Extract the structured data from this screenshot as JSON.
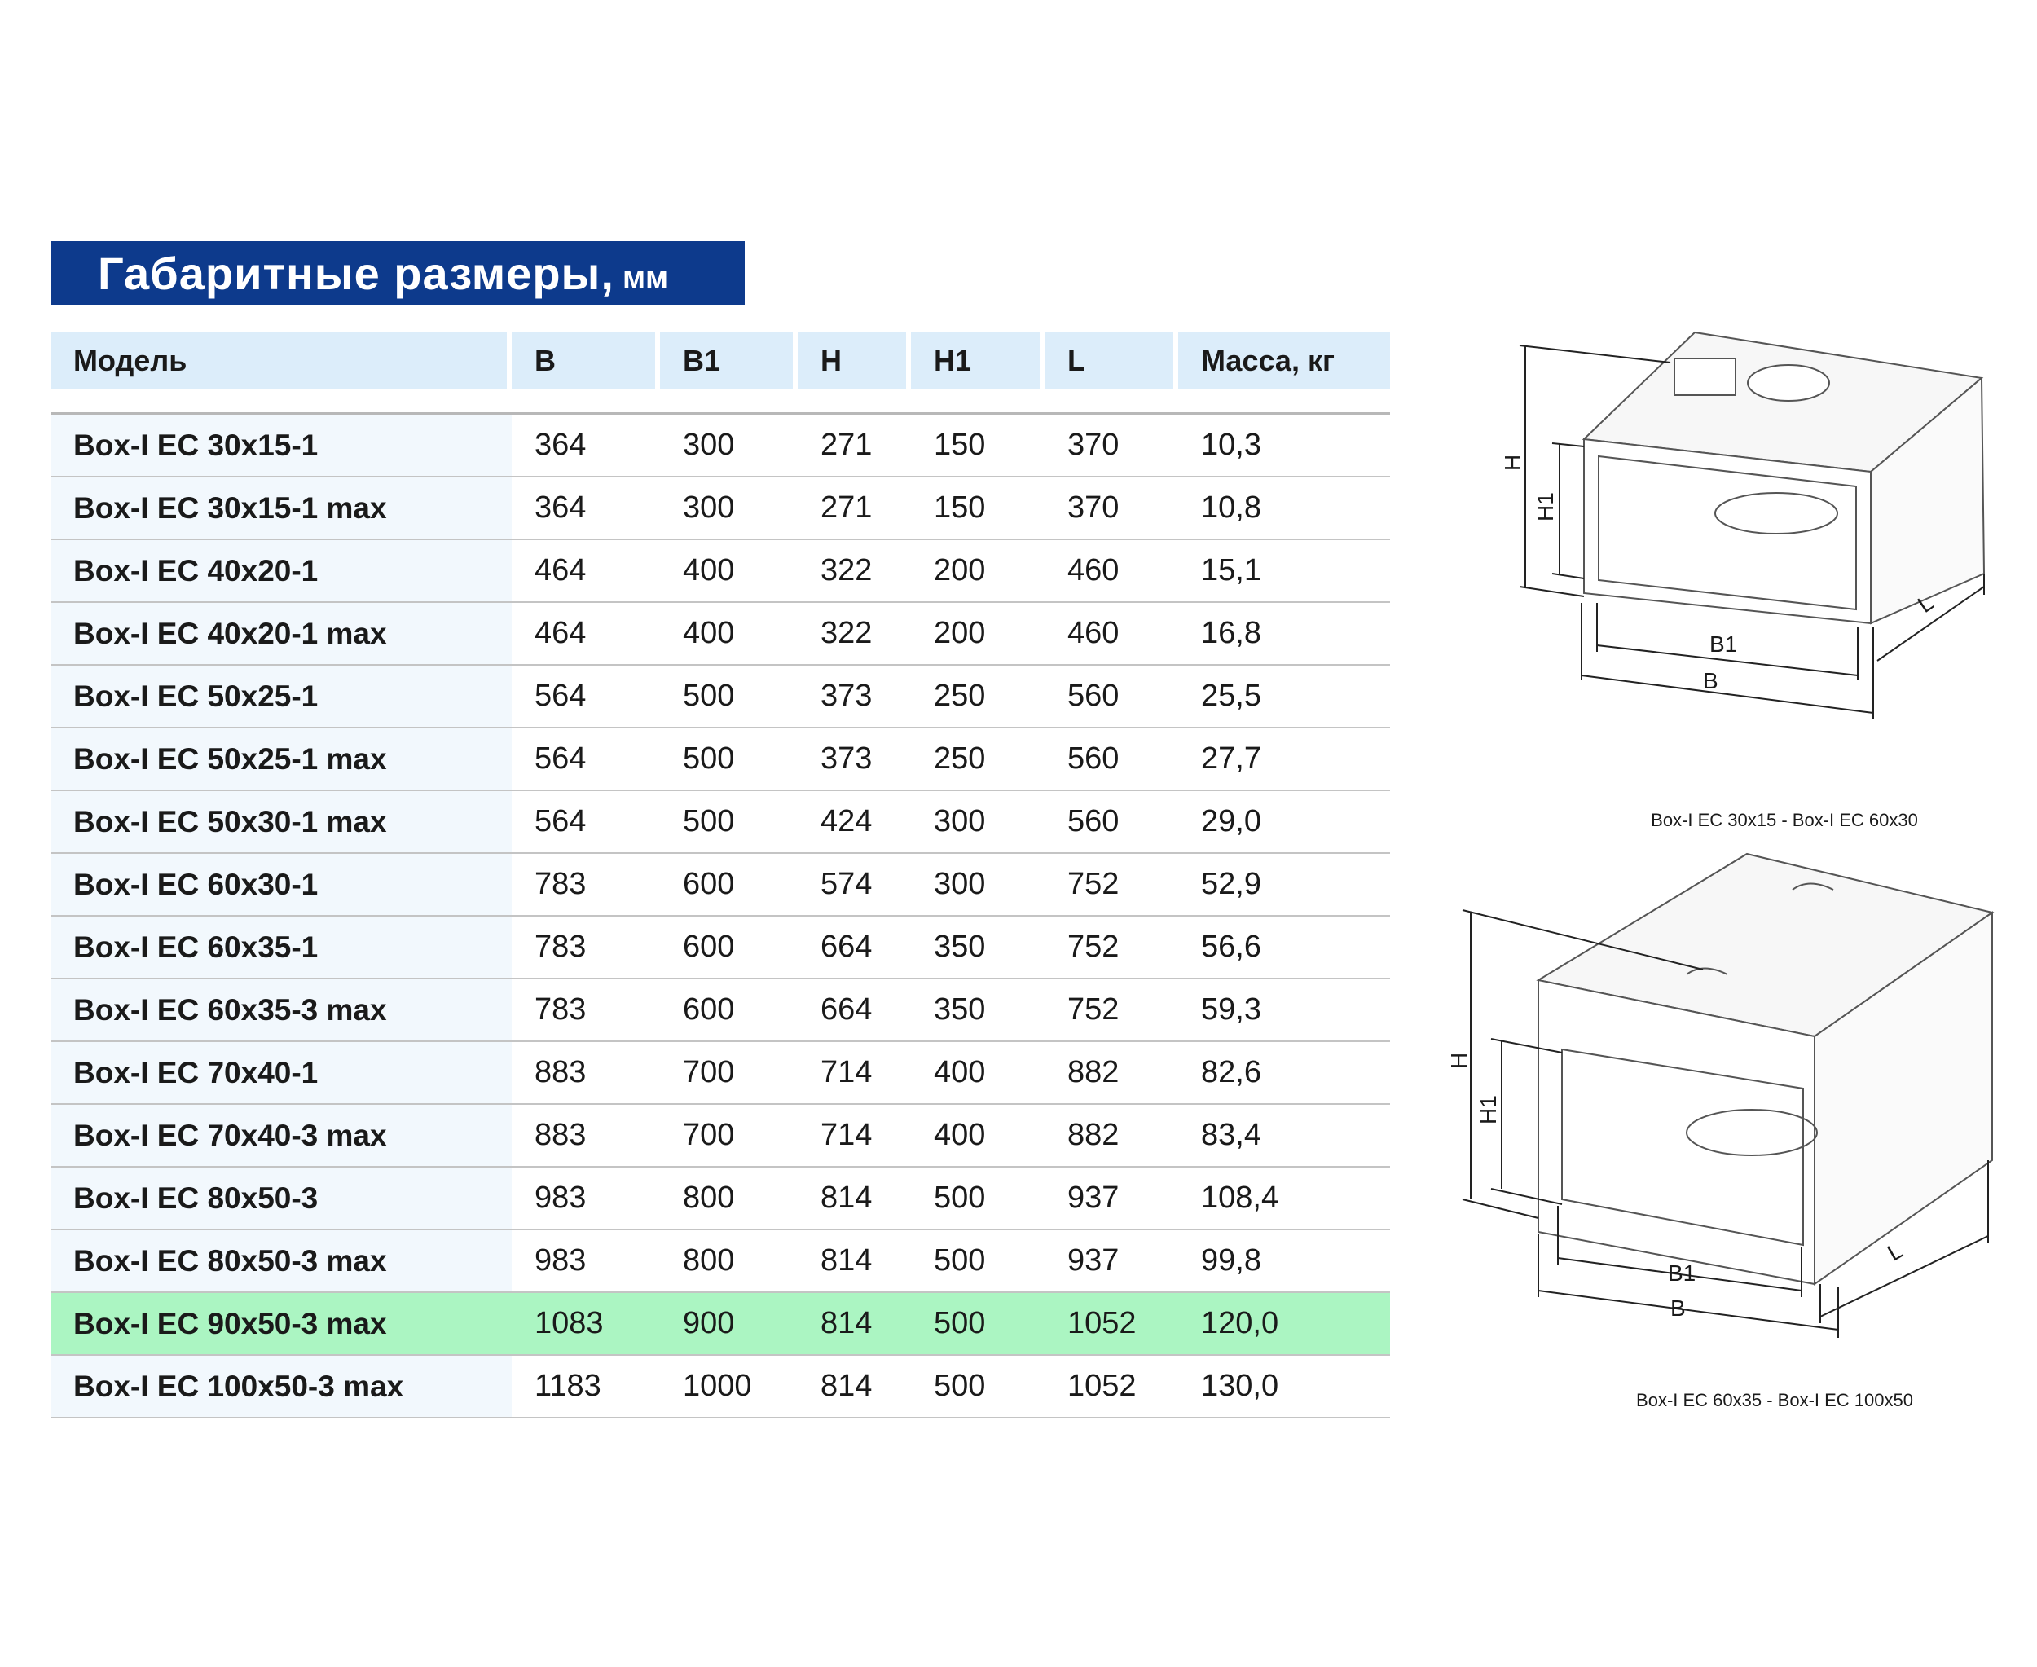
{
  "title": {
    "main": "Габаритные размеры,",
    "unit": "мм"
  },
  "table": {
    "headers": [
      "Модель",
      "B",
      "B1",
      "H",
      "H1",
      "L",
      "Масса, кг"
    ],
    "highlight_color": "#abf5c2",
    "rows": [
      [
        "Box-I EC 30x15-1",
        "364",
        "300",
        "271",
        "150",
        "370",
        "10,3"
      ],
      [
        "Box-I EC 30x15-1 max",
        "364",
        "300",
        "271",
        "150",
        "370",
        "10,8"
      ],
      [
        "Box-I EC 40x20-1",
        "464",
        "400",
        "322",
        "200",
        "460",
        "15,1"
      ],
      [
        "Box-I EC 40x20-1 max",
        "464",
        "400",
        "322",
        "200",
        "460",
        "16,8"
      ],
      [
        "Box-I EC 50x25-1",
        "564",
        "500",
        "373",
        "250",
        "560",
        "25,5"
      ],
      [
        "Box-I EC 50x25-1 max",
        "564",
        "500",
        "373",
        "250",
        "560",
        "27,7"
      ],
      [
        "Box-I EC 50x30-1 max",
        "564",
        "500",
        "424",
        "300",
        "560",
        "29,0"
      ],
      [
        "Box-I EC 60x30-1",
        "783",
        "600",
        "574",
        "300",
        "752",
        "52,9"
      ],
      [
        "Box-I EC 60x35-1",
        "783",
        "600",
        "664",
        "350",
        "752",
        "56,6"
      ],
      [
        "Box-I EC 60x35-3 max",
        "783",
        "600",
        "664",
        "350",
        "752",
        "59,3"
      ],
      [
        "Box-I EC 70x40-1",
        "883",
        "700",
        "714",
        "400",
        "882",
        "82,6"
      ],
      [
        "Box-I EC 70x40-3 max",
        "883",
        "700",
        "714",
        "400",
        "882",
        "83,4"
      ],
      [
        "Box-I EC 80x50-3",
        "983",
        "800",
        "814",
        "500",
        "937",
        "108,4"
      ],
      [
        "Box-I EC 80x50-3 max",
        "983",
        "800",
        "814",
        "500",
        "937",
        "99,8"
      ],
      [
        "Box-I EC 90x50-3 max",
        "1083",
        "900",
        "814",
        "500",
        "1052",
        "120,0"
      ],
      [
        "Box-I EC 100x50-3 max",
        "1183",
        "1000",
        "814",
        "500",
        "1052",
        "130,0"
      ]
    ],
    "highlighted_row": 14
  },
  "diagrams": [
    {
      "caption": "Box-I EC 30x15 - Box-I EC 60x30",
      "labels": {
        "H": "H",
        "H1": "H1",
        "B": "B",
        "B1": "B1",
        "L": "L"
      }
    },
    {
      "caption": "Box-I EC 60x35 - Box-I EC 100x50",
      "labels": {
        "H": "H",
        "H1": "H1",
        "B": "B",
        "B1": "B1",
        "L": "L"
      }
    }
  ]
}
